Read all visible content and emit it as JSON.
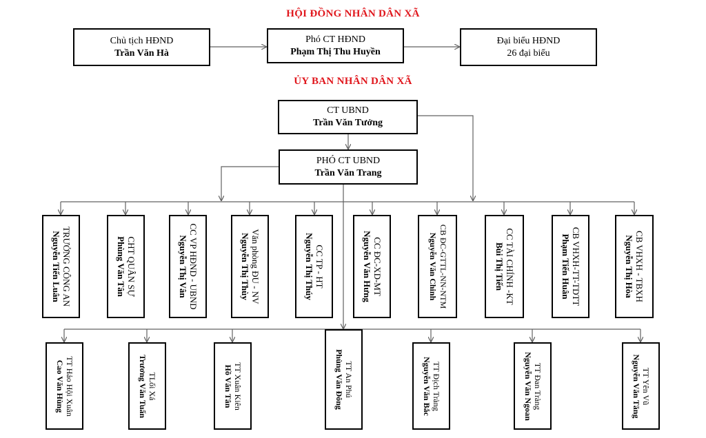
{
  "council": {
    "title": "HỘI ĐỒNG NHÂN DÂN XÃ",
    "chair": {
      "role": "Chủ tịch HĐND",
      "name": "Trần Văn Hà"
    },
    "vice": {
      "role": "Phó CT HĐND",
      "name": "Phạm Thị Thu Huyền"
    },
    "delegates": {
      "role": "Đại biểu HĐND",
      "name": "26 đại biểu"
    }
  },
  "committee": {
    "title": "ỦY BAN NHÂN DÂN XÃ",
    "chair": {
      "role": "CT UBND",
      "name": "Trần Văn Tưởng"
    },
    "vice": {
      "role": "PHÓ CT UBND",
      "name": "Trần Văn Trang"
    }
  },
  "officials": [
    {
      "role": "TRƯỞNG CÔNG AN",
      "name": "Nguyễn Tiến Luân"
    },
    {
      "role": "CHT QUÂN SỰ",
      "name": "Phùng Văn Tân"
    },
    {
      "role": "CC VP HĐND - UBND",
      "name": "Nguyễn Thị Vân"
    },
    {
      "role": "Văn phòng ĐU - NV",
      "name": "Nguyễn Thị Thùy"
    },
    {
      "role": "CC TP - HT",
      "name": "Nguyễn Thị Thúy"
    },
    {
      "role": "CC ĐC-XD-MT",
      "name": "Nguyễn Văn Hưng"
    },
    {
      "role": "CB ĐC-GTTL-NN-NTM",
      "name": "Nguyễn Văn Chinh"
    },
    {
      "role": "CC TÀI CHÍNH -KT",
      "name": "Bùi Thị Tiến"
    },
    {
      "role": "CB VHXH-TT-TDTT",
      "name": "Phạm Tiến Huân"
    },
    {
      "role": "CB VHXH - TBXH",
      "name": "Nguyễn Thị Hòa"
    }
  ],
  "villages": [
    {
      "role": "TT Hảo Hội Xuân",
      "name": "Cao Văn Hùng"
    },
    {
      "role": "TLối Xá",
      "name": "Trương Văn Tuấn"
    },
    {
      "role": "TT Xuân Kiên",
      "name": "Hồ Văn Tân"
    },
    {
      "role": "TT An Phú",
      "name": "Phùng Văn Đông"
    },
    {
      "role": "TT Địch Tràng",
      "name": "Nguyễn Văn Bắc"
    },
    {
      "role": "TT Đan Tràng",
      "name": "Nguyễn Văn Ngoan"
    },
    {
      "role": "TT Yên Vũ",
      "name": "Nguyễn Văn Tăng"
    }
  ],
  "colors": {
    "title": "#e0161c",
    "line": "#606060",
    "border": "#000000"
  }
}
